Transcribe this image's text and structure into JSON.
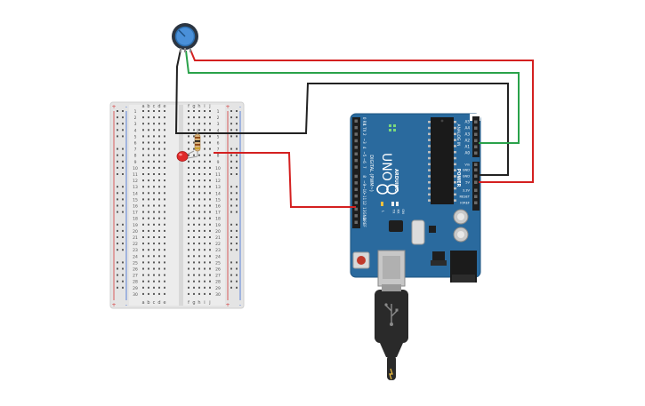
{
  "colors": {
    "background": "#ffffff",
    "breadboard": "#e3e3e3",
    "board_blue": "#2a6a9e",
    "wire_black": "#222222",
    "wire_green": "#2aa24a",
    "wire_red": "#d42020",
    "rail_red": "#d43a3a",
    "rail_blue": "#3a6ad4"
  },
  "breadboard": {
    "column_letters_left": [
      "a",
      "b",
      "c",
      "d",
      "e"
    ],
    "column_letters_right": [
      "f",
      "g",
      "h",
      "i",
      "j"
    ],
    "row_numbers": [
      "1",
      "2",
      "3",
      "4",
      "5",
      "6",
      "7",
      "8",
      "9",
      "10",
      "11",
      "12",
      "13",
      "14",
      "15",
      "16",
      "17",
      "18",
      "19",
      "20",
      "21",
      "22",
      "23",
      "24",
      "25",
      "26",
      "27",
      "28",
      "29",
      "30"
    ],
    "rail_plus": "+",
    "rail_minus": "-"
  },
  "arduino": {
    "model_text": "UNO",
    "brand_text": "ARDUINO",
    "digital_label": "DIGITAL (PWM~)",
    "analog_label": "ANALOG IN",
    "power_label": "POWER",
    "digital_pins": [
      "0 RX",
      "1 TX",
      "2",
      "~3",
      "4",
      "~5",
      "~6",
      "7",
      "8",
      "~9",
      "~10",
      "~11",
      "12",
      "13",
      "GND",
      "AREF"
    ],
    "analog_pins": [
      "A0",
      "A1",
      "A2",
      "A3",
      "A4",
      "A5"
    ],
    "power_pins": [
      "IOREF",
      "RESET",
      "3.3V",
      "5V",
      "GND",
      "GND",
      "Vin"
    ],
    "led_labels": [
      "L",
      "TX",
      "RX",
      "ON"
    ]
  },
  "components": {
    "potentiometer": "potentiometer-icon",
    "led": "led-icon",
    "resistor": "resistor-icon",
    "usb_cable": "usb-cable-icon"
  }
}
